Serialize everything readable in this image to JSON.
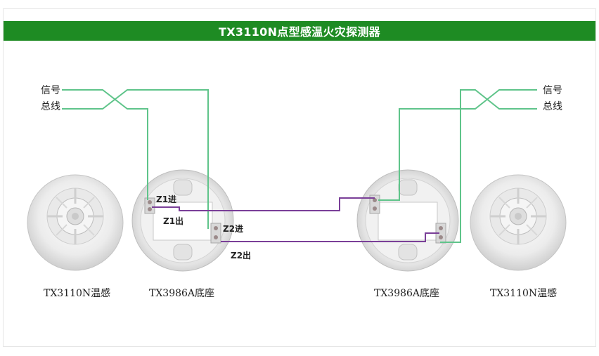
{
  "title": "TX3110N点型感温火灾探测器",
  "left_signal": {
    "line1": "信号",
    "line2": "总线"
  },
  "right_signal": {
    "line1": "信号",
    "line2": "总线"
  },
  "terminals": {
    "z1_in": "Z1进",
    "z1_out": "Z1出",
    "z2_in": "Z2进",
    "z2_out": "Z2出"
  },
  "captions": {
    "detector_left": "TX3110N温感",
    "base_left": "TX3986A底座",
    "base_right": "TX3986A底座",
    "detector_right": "TX3110N温感"
  },
  "colors": {
    "title_bg": "#1e8b23",
    "bus_wire": "#5fc48a",
    "link_wire": "#7a3f98"
  }
}
